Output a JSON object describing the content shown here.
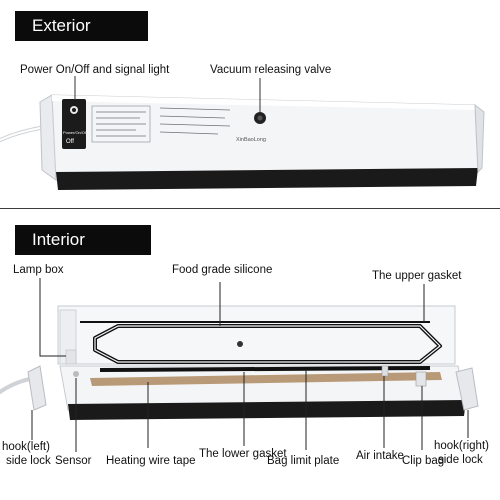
{
  "sections": {
    "exterior": "Exterior",
    "interior": "Interior"
  },
  "exterior_labels": {
    "power": "Power On/Off and signal light",
    "vacuum_valve": "Vacuum releasing valve"
  },
  "device_text": {
    "brand": "XinBaoLong",
    "power_panel_top": "Power/On/Off",
    "power_panel_off": "Off"
  },
  "interior_labels": {
    "lamp_box": "Lamp box",
    "food_grade_silicone": "Food grade silicone",
    "upper_gasket": "The upper gasket",
    "hook_left_1": "hook(left)",
    "hook_left_2": "side lock",
    "sensor": "Sensor",
    "heating_wire": "Heating wire tape",
    "lower_gasket": "The lower gasket",
    "bag_limit": "Bag limit plate",
    "air_intake": "Air intake",
    "clip_bag": "Clip bag",
    "hook_right_1": "hook(right)",
    "hook_right_2": "side lock"
  },
  "colors": {
    "banner_bg": "#0b0b0b",
    "banner_text": "#ffffff",
    "device_body": "#f4f5f7",
    "device_base": "#1a1a1a",
    "gasket": "#111111",
    "heating_tape": "#b89a78"
  }
}
